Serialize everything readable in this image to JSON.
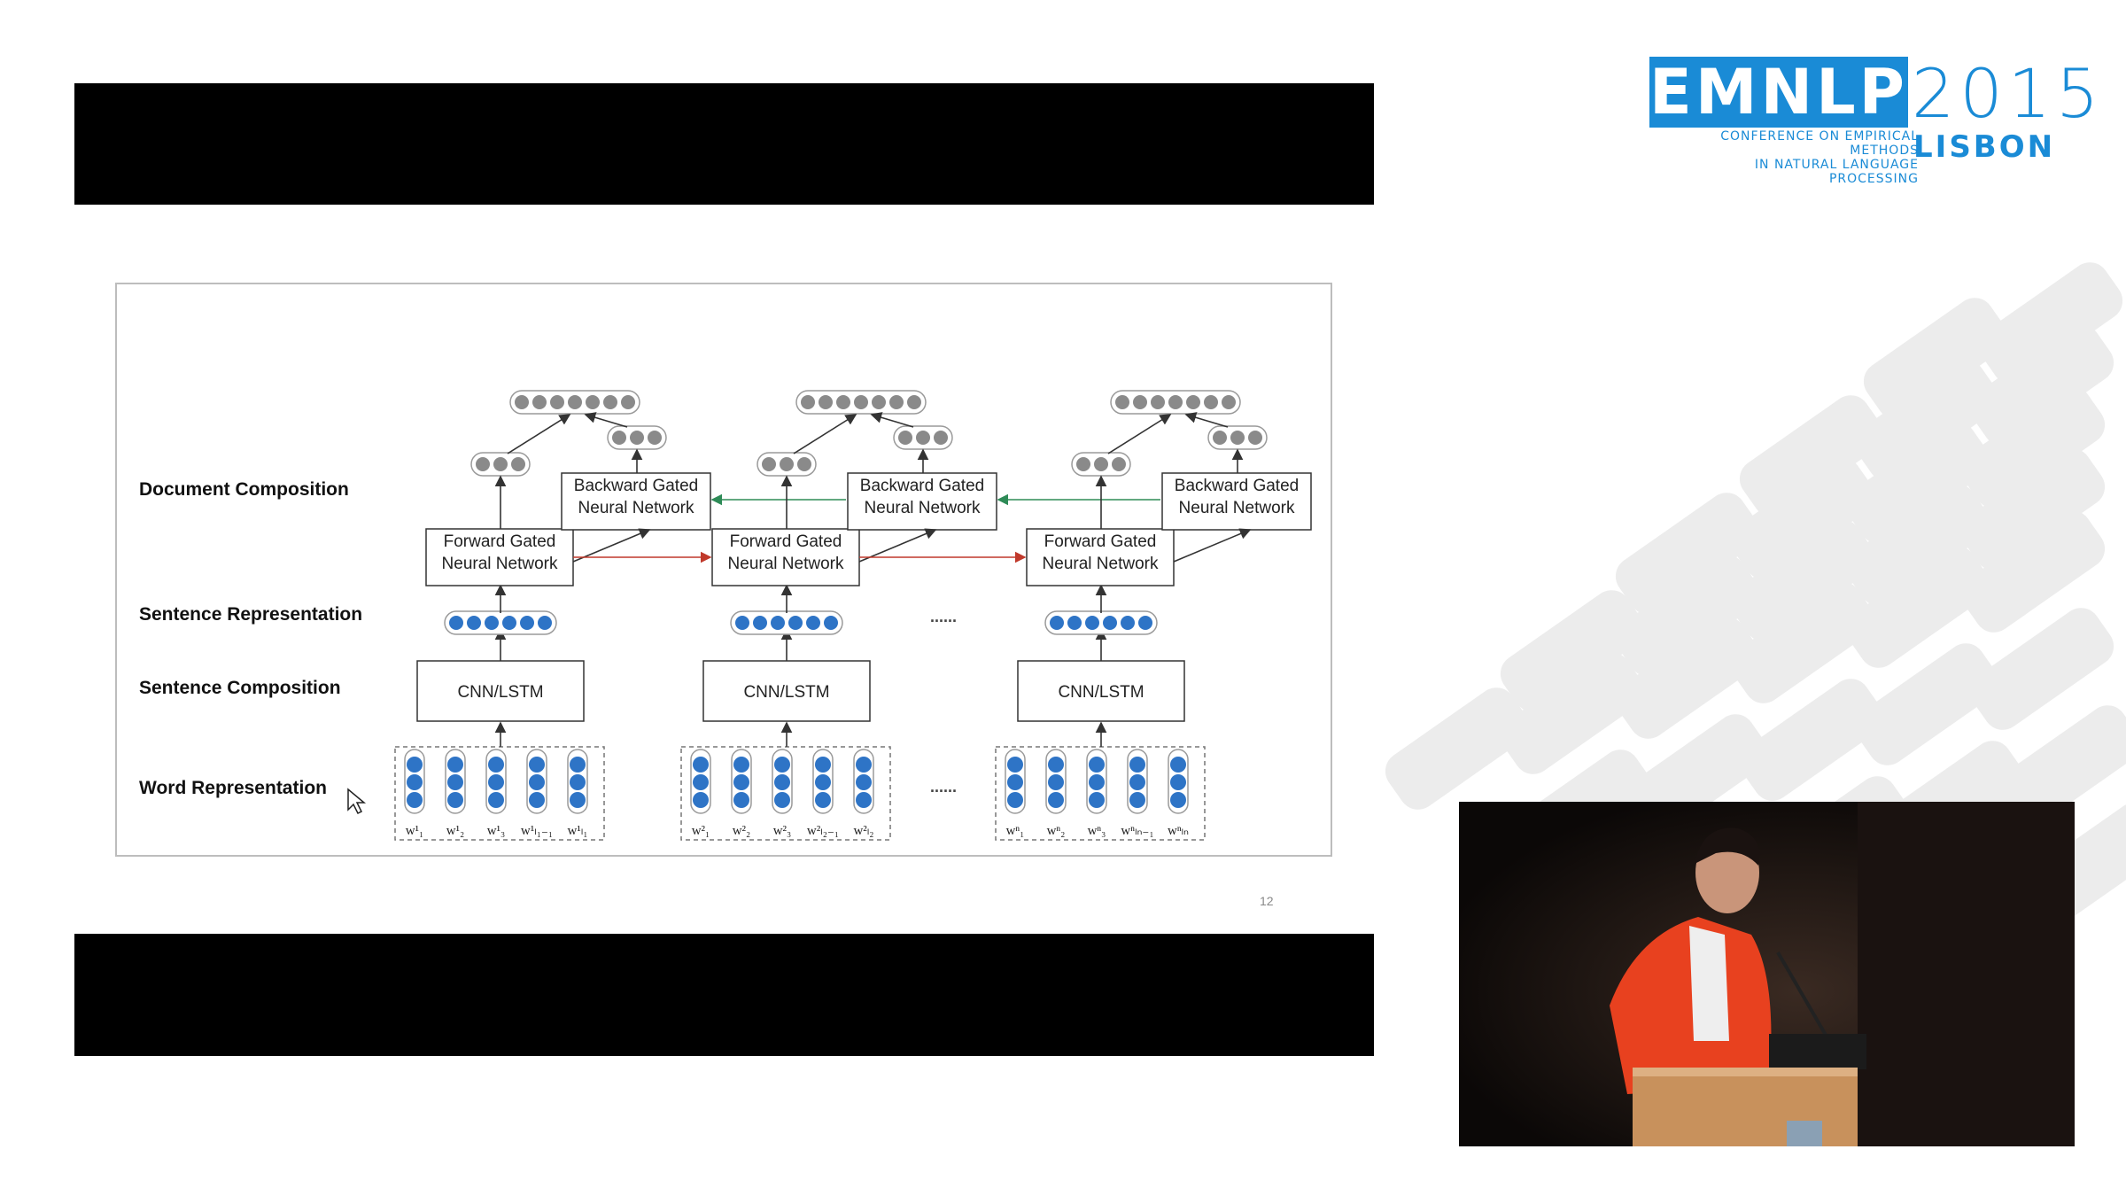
{
  "logo": {
    "name": "EMNLP",
    "year": "2015",
    "subtitle_line1": "CONFERENCE ON EMPIRICAL METHODS",
    "subtitle_line2": "IN NATURAL LANGUAGE PROCESSING",
    "city": "LISBON"
  },
  "slide": {
    "page_number": "12",
    "row_labels": {
      "document_composition": "Document Composition",
      "sentence_representation": "Sentence Representation",
      "sentence_composition": "Sentence Composition",
      "word_representation": "Word Representation"
    },
    "backward_gnn": [
      "Backward Gated",
      "Neural Network"
    ],
    "forward_gnn": [
      "Forward Gated",
      "Neural Network"
    ],
    "composer": "CNN/LSTM",
    "ellipsis": "......",
    "word_groups": [
      [
        "w¹₁",
        "w¹₂",
        "w¹₃",
        "w¹ₗ₁₋₁",
        "w¹ₗ₁"
      ],
      [
        "w²₁",
        "w²₂",
        "w²₃",
        "w²ₗ₂₋₁",
        "w²ₗ₂"
      ],
      [
        "wⁿ₁",
        "wⁿ₂",
        "wⁿ₃",
        "wⁿₗₙ₋₁",
        "wⁿₗₙ"
      ]
    ]
  },
  "colors": {
    "brand": "#1a8bd6",
    "word_node": "#2e74c6",
    "hidden_node": "#8a8a8a",
    "forward_arrow": "#c0392b",
    "backward_arrow": "#2e8b57"
  }
}
